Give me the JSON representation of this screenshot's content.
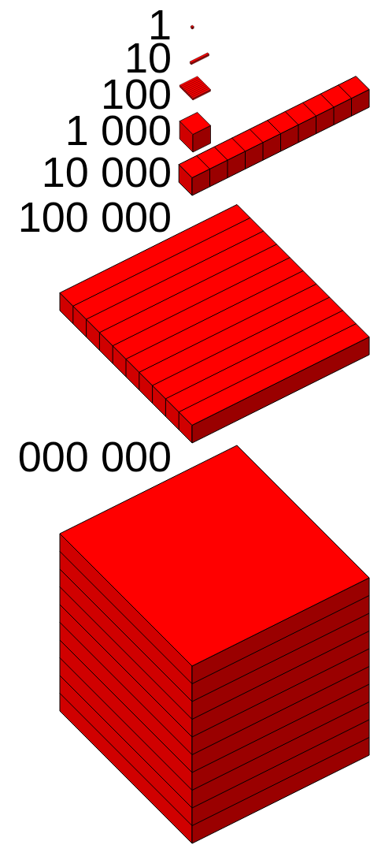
{
  "diagram": {
    "labels": [
      "1",
      "10",
      "100",
      "1 000",
      "10 000",
      "100 000",
      "000 000"
    ]
  }
}
